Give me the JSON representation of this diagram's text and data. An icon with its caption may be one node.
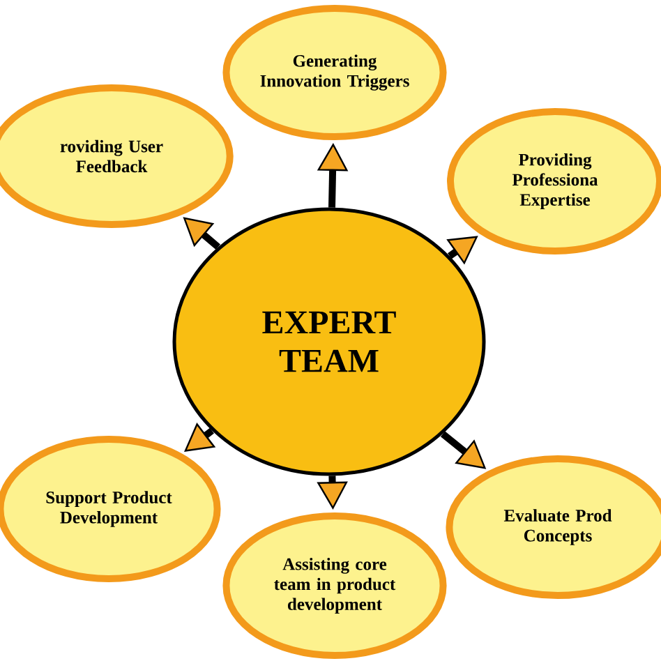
{
  "diagram": {
    "nodes": [
      {
        "text": [
          "EXPERT TEAM"
        ]
      },
      {
        "text": [
          "Generating Innovation Triggers"
        ]
      },
      {
        "text": [
          "roviding User Feedback"
        ]
      },
      {
        "text": [
          "Providing Professiona Expertise"
        ]
      },
      {
        "text": [
          "Support Product Development"
        ]
      },
      {
        "text": [
          "Assisting core team in product development"
        ]
      },
      {
        "text": [
          "Evaluate Prod Concepts"
        ]
      }
    ],
    "edges": [
      {
        "from": 0,
        "to": 1,
        "arrow": "to"
      },
      {
        "from": 0,
        "to": 2,
        "arrow": "to"
      },
      {
        "from": 0,
        "to": 3,
        "arrow": "to"
      },
      {
        "from": 0,
        "to": 4,
        "arrow": "to"
      },
      {
        "from": 0,
        "to": 5,
        "arrow": "to"
      },
      {
        "from": 0,
        "to": 6,
        "arrow": "to"
      }
    ]
  }
}
